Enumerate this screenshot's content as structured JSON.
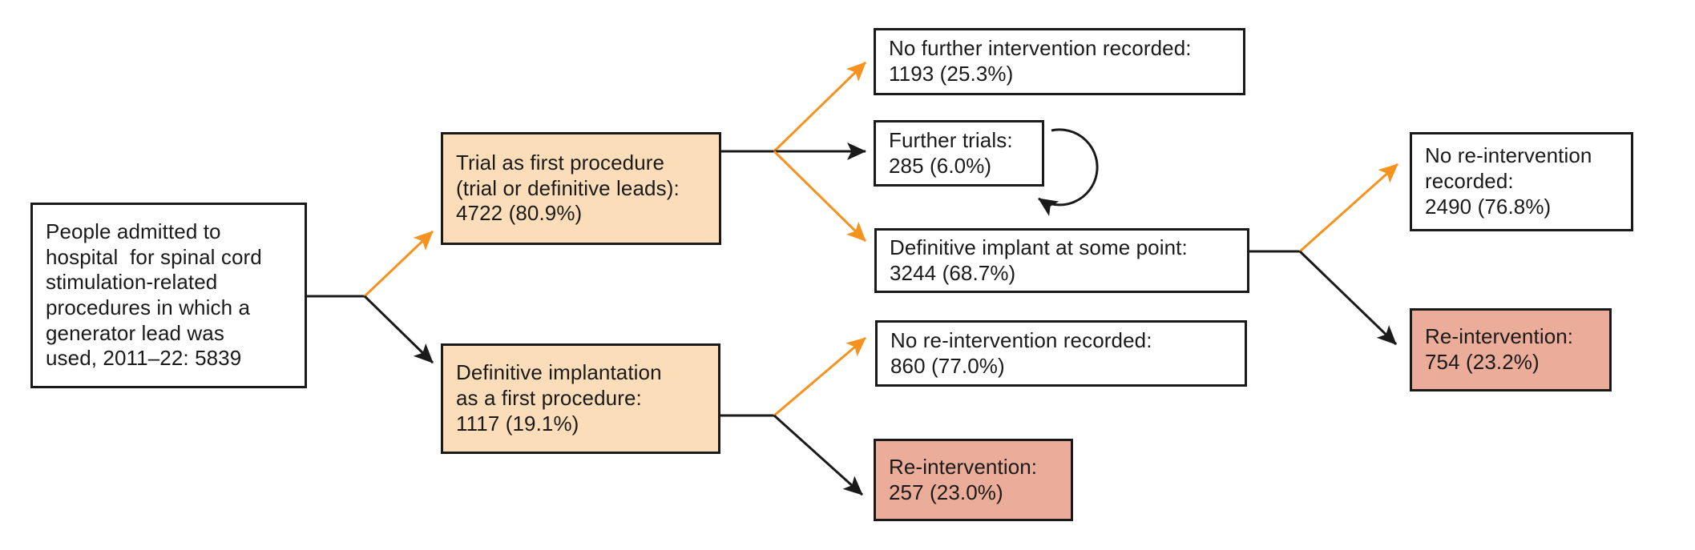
{
  "diagram": {
    "type": "flowchart",
    "colors": {
      "box_border": "#1A1A1A",
      "first_procedure_fill": "#FBDEB9",
      "reintervention_fill": "#EBAD99",
      "plain_fill": "#FFFFFF",
      "orange_arrow": "#F6921E",
      "black_arrow": "#1A1A1A"
    },
    "nodes": {
      "root": {
        "label": "People admitted to\nhospital  for spinal cord\nstimulation-related\nprocedures in which a\ngenerator lead was\nused, 2011–22: 5839",
        "count": 5839
      },
      "trial_first": {
        "label": "Trial as first procedure\n(trial or definitive leads):\n4722 (80.9%)",
        "count": 4722,
        "percent": "80.9%"
      },
      "definitive_first": {
        "label": "Definitive implantation\nas a first procedure:\n1117 (19.1%)",
        "count": 1117,
        "percent": "19.1%"
      },
      "no_further_intervention": {
        "label": "No further intervention recorded:\n1193 (25.3%)",
        "count": 1193,
        "percent": "25.3%"
      },
      "further_trials": {
        "label": "Further trials:\n285 (6.0%)",
        "count": 285,
        "percent": "6.0%"
      },
      "definitive_implant_some_point": {
        "label": "Definitive implant at some point:\n3244 (68.7%)",
        "count": 3244,
        "percent": "68.7%"
      },
      "no_reintervention_after_implant": {
        "label": "No re-intervention\nrecorded:\n2490 (76.8%)",
        "count": 2490,
        "percent": "76.8%"
      },
      "reintervention_after_implant": {
        "label": "Re-intervention:\n754 (23.2%)",
        "count": 754,
        "percent": "23.2%"
      },
      "no_reintervention_after_definitive": {
        "label": "No re-intervention recorded:\n860 (77.0%)",
        "count": 860,
        "percent": "77.0%"
      },
      "reintervention_after_definitive": {
        "label": "Re-intervention:\n257 (23.0%)",
        "count": 257,
        "percent": "23.0%"
      }
    }
  }
}
